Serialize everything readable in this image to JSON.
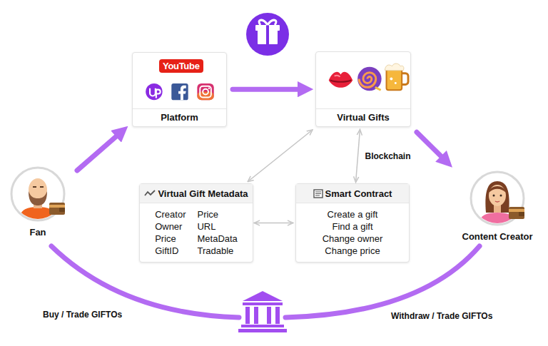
{
  "diagram": {
    "nodes": [
      {
        "text": [
          "Platform"
        ]
      },
      {
        "text": [
          "Virtual Gifts"
        ]
      },
      {
        "text": [
          "Fan"
        ]
      },
      {
        "text": [
          "Content Creator"
        ]
      },
      {
        "text": [
          "Virtual Gift Metadata",
          "Creator",
          "Price",
          "Owner",
          "URL",
          "Price",
          "MetaData",
          "GiftID",
          "Tradable"
        ]
      },
      {
        "text": [
          "Smart Contract",
          "Create a gift",
          "Find a gift",
          "Change owner",
          "Change price"
        ]
      }
    ],
    "edges": [
      {
        "from": 2,
        "to": 0,
        "arrow": "to"
      },
      {
        "from": 0,
        "to": 1,
        "arrow": "to"
      },
      {
        "from": 1,
        "to": 3,
        "arrow": "to"
      },
      {
        "from": 4,
        "to": 1,
        "arrow": "both"
      },
      {
        "from": 5,
        "to": 1,
        "arrow": "both",
        "label": "Blockchain"
      },
      {
        "from": 4,
        "to": 5,
        "arrow": "both"
      }
    ],
    "labels": [
      "YouTube",
      "Buy / Trade GIFTOs",
      "Withdraw / Trade GIFTOs"
    ]
  }
}
